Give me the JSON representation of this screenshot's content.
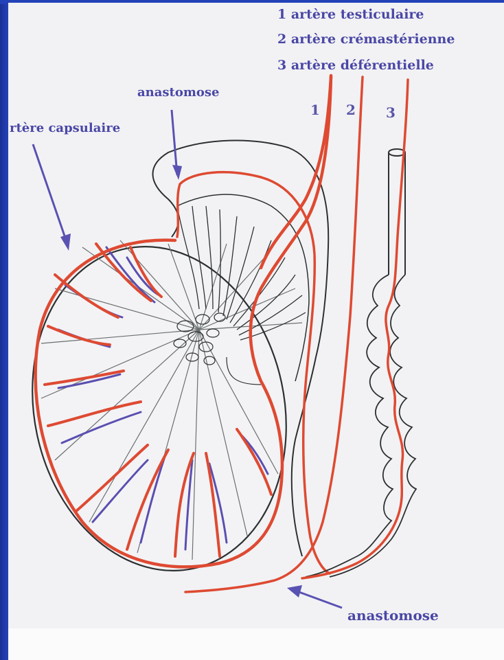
{
  "legend": {
    "item1": "1 artère testiculaire",
    "item2": "2 artère crémastérienne",
    "item3": "3 artère déférentielle"
  },
  "labels": {
    "anastomose_top": "anastomose",
    "artere_capsulaire": "rtère capsulaire",
    "anastomose_bottom": "anastomose"
  },
  "vessel_numbers": {
    "n1": "1",
    "n2": "2",
    "n3": "3"
  },
  "colors": {
    "artery": "#de4a32",
    "vein": "#5a4fb0",
    "outline": "#2c3030",
    "arrow": "#5a52b2",
    "text": "#4a47a6",
    "slide_background": "#1e3aa8",
    "paper": "#f2f2f4"
  }
}
